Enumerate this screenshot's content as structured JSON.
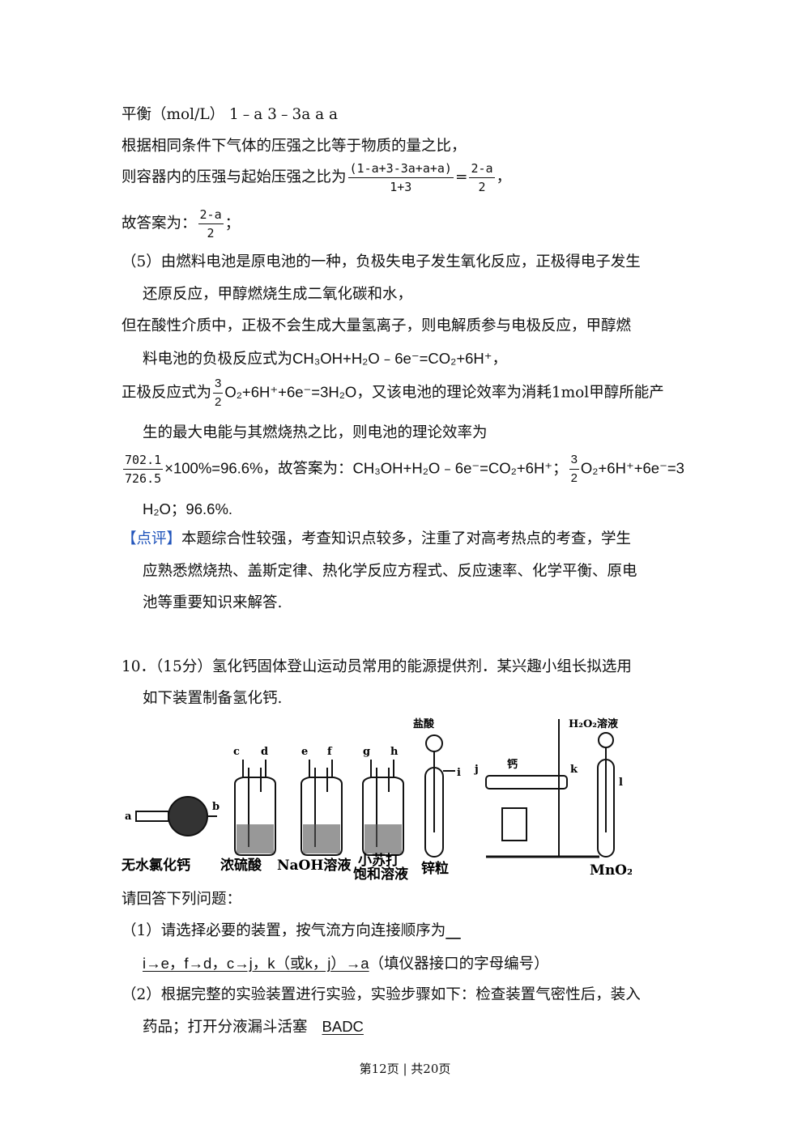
{
  "lines": {
    "l1_a": "平衡（mol/L） 1﹣a 3﹣3a a a",
    "l2": "根据相同条件下气体的压强之比等于物质的量之比，",
    "l3_pre": "则容器内的压强与起始压强之比为",
    "l3_f1_num": "(1-a+3-3a+a+a)",
    "l3_f1_den": "1+3",
    "l3_eq": "=",
    "l3_f2_num": "2-a",
    "l3_f2_den": "2",
    "l3_post": "，",
    "l4_pre": "故答案为：",
    "l4_num": "2-a",
    "l4_den": "2",
    "l4_post": "；",
    "l5": "（5）由燃料电池是原电池的一种，负极失电子发生氧化反应，正极得电子发生",
    "l6": "还原反应，甲醇燃烧生成二氧化碳和水，",
    "l7": "但在酸性介质中，正极不会生成大量氢离子，则电解质参与电极反应，甲醇燃",
    "l8_pre": "料电池的负极反应式为",
    "l8_eq": "CH₃OH+H₂O﹣6e⁻=CO₂+6H⁺，",
    "l9_pre": "正极反应式为",
    "l9_num": "3",
    "l9_den": "2",
    "l9_eq": "O₂+6H⁺+6e⁻=3H₂O，",
    "l9_post": "又该电池的理论效率为消耗1mol甲醇所能产",
    "l10": "生的最大电能与其燃烧热之比，则电池的理论效率为",
    "l11_num": "702.1",
    "l11_den": "726.5",
    "l11_mid": "×100%=96.6%，故答案为：CH₃OH+H₂O﹣6e⁻=CO₂+6H⁺；",
    "l11_num2": "3",
    "l11_den2": "2",
    "l11_end": "O₂+6H⁺+6e⁻=3",
    "l12": "H₂O；96.6%.",
    "l13_tag": "【点评】",
    "l13": "本题综合性较强，考查知识点较多，注重了对高考热点的考查，学生",
    "l14": "应熟悉燃烧热、盖斯定律、热化学反应方程式、反应速率、化学平衡、原电",
    "l15": "池等重要知识来解答.",
    "q10": "10．（15分）氢化钙固体登山运动员常用的能源提供剂．某兴趣小组长拟选用",
    "q10b": "如下装置制备氢化钙.",
    "q_intro": "请回答下列问题：",
    "q1": "（1）请选择必要的装置，按气流方向连接顺序为",
    "q1_blank": "__",
    "q1_ans": "i→e，f→d，c→j，k（或k，j）→a",
    "q1_post": "（填仪器接口的字母编号）",
    "q2": "（2）根据完整的实验装置进行实验，实验步骤如下：检查装置气密性后，装入",
    "q2b": "药品；打开分液漏斗活塞",
    "q2_ans": "BADC"
  },
  "figure": {
    "labels": {
      "a": "a",
      "b": "b",
      "c": "c",
      "d": "d",
      "e": "e",
      "f": "f",
      "g": "g",
      "h": "h",
      "i": "i",
      "j": "j",
      "k": "k",
      "l": "l",
      "hcl": "盐酸",
      "ca": "钙",
      "h2o2": "H₂O₂溶液"
    },
    "captions": {
      "cacl2": "无水氯化钙",
      "h2so4": "浓硫酸",
      "naoh": "NaOH溶液",
      "nahco3_1": "小苏打",
      "nahco3_2": "饱和溶液",
      "zn": "锌粒",
      "mno2": "MnO₂"
    }
  },
  "footer": "第12页 | 共20页"
}
